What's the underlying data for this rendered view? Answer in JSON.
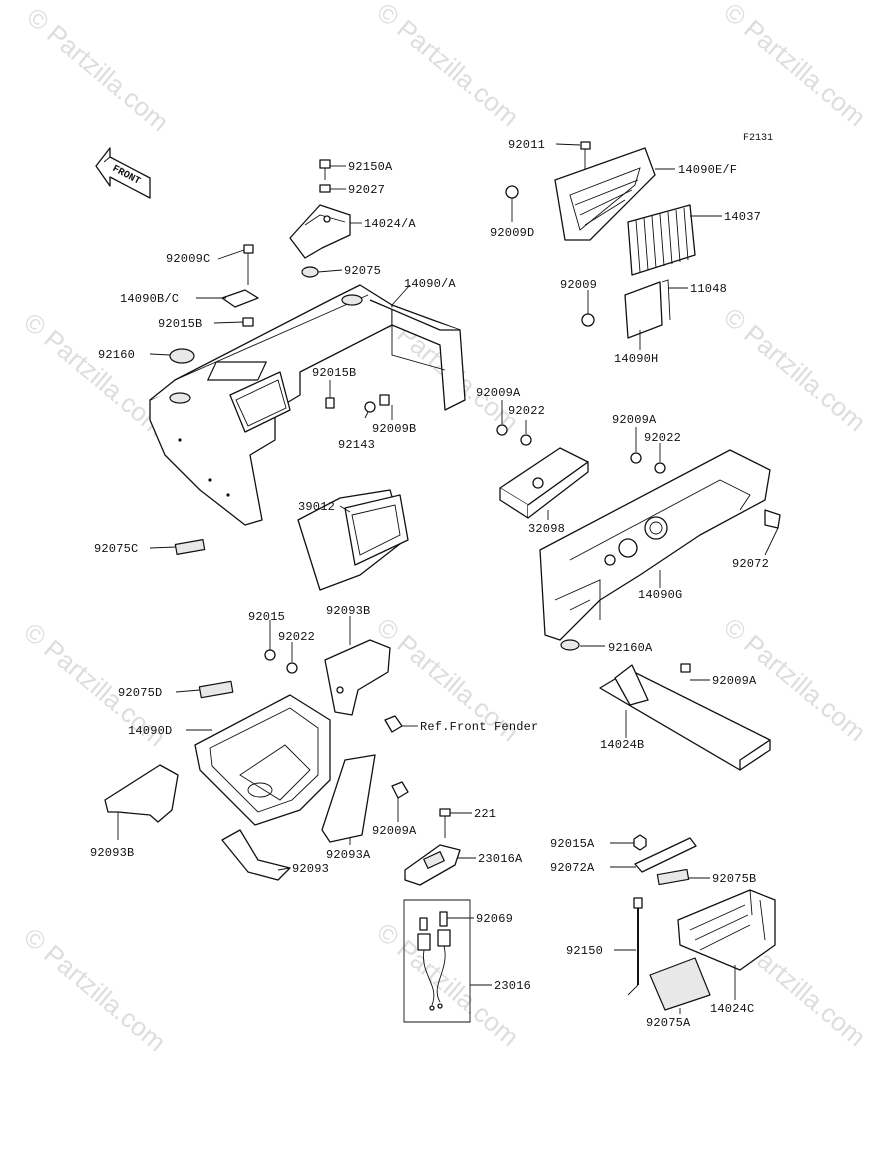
{
  "figure_code": "F2131",
  "direction_label": "FRONT",
  "watermark": "© Partzilla.com",
  "labels": [
    "92150A",
    "92027",
    "14024/A",
    "92075",
    "92009C",
    "14090B/C",
    "92015B",
    "92160",
    "14090/A",
    "92015B",
    "92143",
    "92009B",
    "39012",
    "92075C",
    "92011",
    "14090E/F",
    "92009D",
    "14037",
    "92009",
    "11048",
    "14090H",
    "92009A",
    "92022",
    "32098",
    "92009A",
    "92022",
    "92072",
    "14090G",
    "92160A",
    "92015",
    "92022",
    "92093B",
    "92075D",
    "14090D",
    "Ref.Front Fender",
    "92009A",
    "14024B",
    "92093B",
    "92093",
    "92093A",
    "92009A",
    "221",
    "23016A",
    "92069",
    "23016",
    "92015A",
    "92072A",
    "92075B",
    "92150",
    "92075A",
    "14024C"
  ]
}
